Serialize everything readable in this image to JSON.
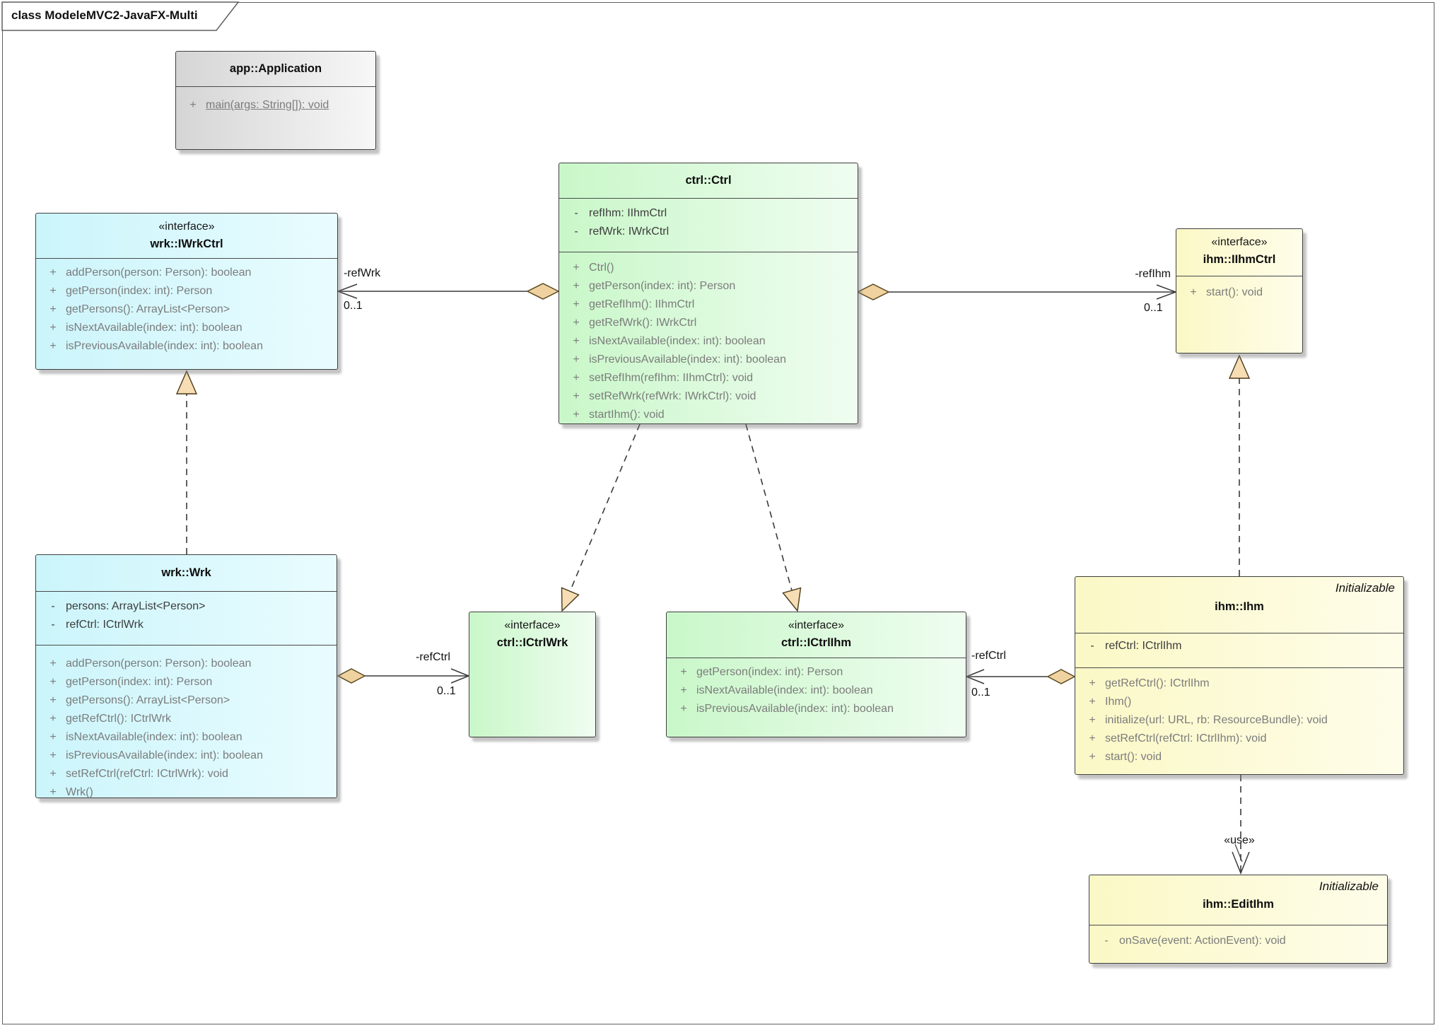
{
  "frame": {
    "title": "class ModeleMVC2-JavaFX-Multi"
  },
  "classes": {
    "application": {
      "name": "app::Application",
      "methods": [
        {
          "v": "+",
          "t": "main(args: String[]): void",
          "u": true
        }
      ]
    },
    "ctrl": {
      "name": "ctrl::Ctrl",
      "attributes": [
        {
          "v": "-",
          "t": "refIhm: IIhmCtrl"
        },
        {
          "v": "-",
          "t": "refWrk: IWrkCtrl"
        }
      ],
      "methods": [
        {
          "v": "+",
          "t": "Ctrl()"
        },
        {
          "v": "+",
          "t": "getPerson(index: int): Person"
        },
        {
          "v": "+",
          "t": "getRefIhm(): IIhmCtrl"
        },
        {
          "v": "+",
          "t": "getRefWrk(): IWrkCtrl"
        },
        {
          "v": "+",
          "t": "isNextAvailable(index: int): boolean"
        },
        {
          "v": "+",
          "t": "isPreviousAvailable(index: int): boolean"
        },
        {
          "v": "+",
          "t": "setRefIhm(refIhm: IIhmCtrl): void"
        },
        {
          "v": "+",
          "t": "setRefWrk(refWrk: IWrkCtrl): void"
        },
        {
          "v": "+",
          "t": "startIhm(): void"
        }
      ]
    },
    "iwrkctrl": {
      "stereotype": "«interface»",
      "name": "wrk::IWrkCtrl",
      "methods": [
        {
          "v": "+",
          "t": "addPerson(person: Person): boolean"
        },
        {
          "v": "+",
          "t": "getPerson(index: int): Person"
        },
        {
          "v": "+",
          "t": "getPersons(): ArrayList<Person>"
        },
        {
          "v": "+",
          "t": "isNextAvailable(index: int): boolean"
        },
        {
          "v": "+",
          "t": "isPreviousAvailable(index: int): boolean"
        }
      ]
    },
    "iihmctrl": {
      "stereotype": "«interface»",
      "name": "ihm::IIhmCtrl",
      "methods": [
        {
          "v": "+",
          "t": "start(): void"
        }
      ]
    },
    "wrk": {
      "name": "wrk::Wrk",
      "attributes": [
        {
          "v": "-",
          "t": "persons: ArrayList<Person>"
        },
        {
          "v": "-",
          "t": "refCtrl: ICtrlWrk"
        }
      ],
      "methods": [
        {
          "v": "+",
          "t": "addPerson(person: Person): boolean"
        },
        {
          "v": "+",
          "t": "getPerson(index: int): Person"
        },
        {
          "v": "+",
          "t": "getPersons(): ArrayList<Person>"
        },
        {
          "v": "+",
          "t": "getRefCtrl(): ICtrlWrk"
        },
        {
          "v": "+",
          "t": "isNextAvailable(index: int): boolean"
        },
        {
          "v": "+",
          "t": "isPreviousAvailable(index: int): boolean"
        },
        {
          "v": "+",
          "t": "setRefCtrl(refCtrl: ICtrlWrk): void"
        },
        {
          "v": "+",
          "t": "Wrk()"
        }
      ]
    },
    "ictrlwrk": {
      "stereotype": "«interface»",
      "name": "ctrl::ICtrlWrk",
      "methods": []
    },
    "ictrlihm": {
      "stereotype": "«interface»",
      "name": "ctrl::ICtrlIhm",
      "methods": [
        {
          "v": "+",
          "t": "getPerson(index: int): Person"
        },
        {
          "v": "+",
          "t": "isNextAvailable(index: int): boolean"
        },
        {
          "v": "+",
          "t": "isPreviousAvailable(index: int): boolean"
        }
      ]
    },
    "ihm": {
      "annotation": "Initializable",
      "name": "ihm::Ihm",
      "attributes": [
        {
          "v": "-",
          "t": "refCtrl: ICtrlIhm"
        }
      ],
      "methods": [
        {
          "v": "+",
          "t": "getRefCtrl(): ICtrlIhm"
        },
        {
          "v": "+",
          "t": "Ihm()"
        },
        {
          "v": "+",
          "t": "initialize(url: URL, rb: ResourceBundle): void"
        },
        {
          "v": "+",
          "t": "setRefCtrl(refCtrl: ICtrlIhm): void"
        },
        {
          "v": "+",
          "t": "start(): void"
        }
      ]
    },
    "editihm": {
      "annotation": "Initializable",
      "name": "ihm::EditIhm",
      "methods": [
        {
          "v": "-",
          "t": "onSave(event: ActionEvent): void"
        }
      ]
    }
  },
  "edges": {
    "refWrk": {
      "role": "-refWrk",
      "mult": "0..1"
    },
    "refIhm": {
      "role": "-refIhm",
      "mult": "0..1"
    },
    "refCtrlWrk": {
      "role": "-refCtrl",
      "mult": "0..1"
    },
    "refCtrlIhm": {
      "role": "-refCtrl",
      "mult": "0..1"
    },
    "use": {
      "label": "«use»"
    }
  },
  "colors": {
    "green": "#c9f7c9",
    "cyan": "#cbf5fb",
    "yellow": "#fbf8c6",
    "gray": "#d5d5d5",
    "diamond": "#f0d2a0",
    "triangle": "#f6ddb3",
    "line": "#3a3a3a"
  }
}
